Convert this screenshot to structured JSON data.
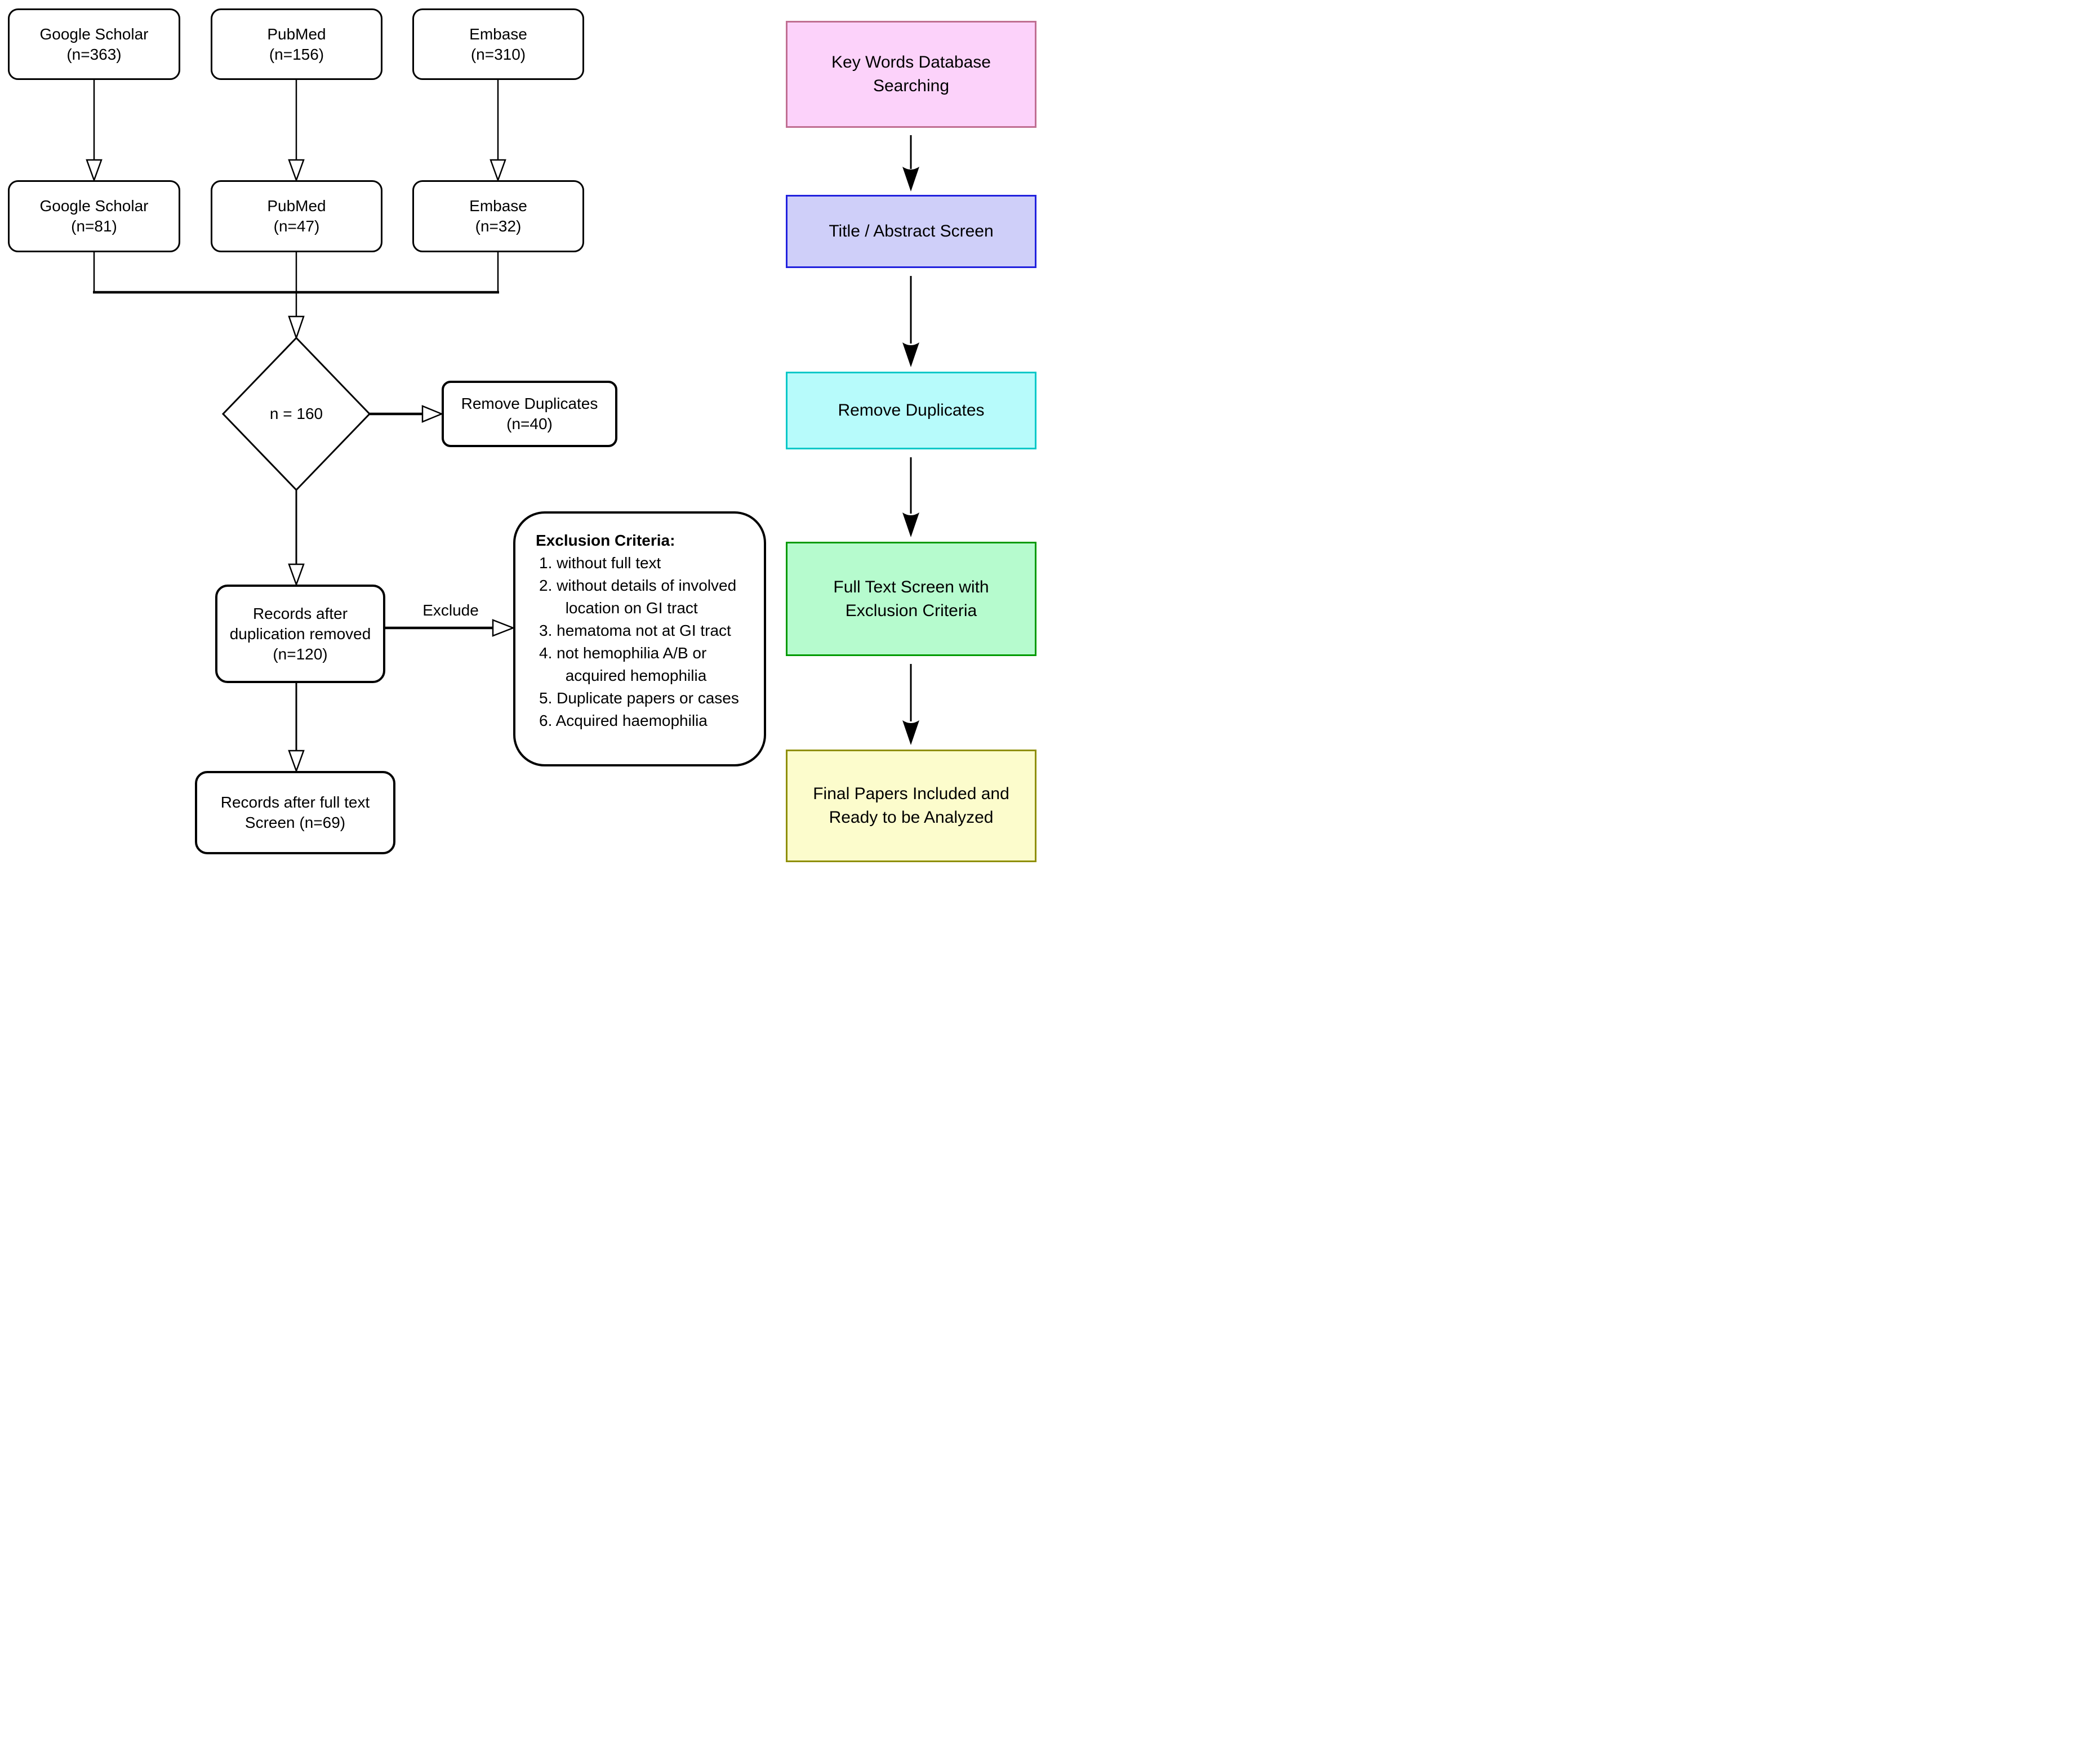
{
  "left_flow": {
    "top_sources": [
      "Google Scholar\n(n=363)",
      "PubMed\n(n=156)",
      "Embase\n(n=310)"
    ],
    "screened_sources": [
      "Google Scholar\n(n=81)",
      "PubMed\n(n=47)",
      "Embase\n(n=32)"
    ],
    "merge_total": "n = 160",
    "remove_duplicates": "Remove Duplicates\n(n=40)",
    "records_after_duplication": "Records after\nduplication removed\n(n=120)",
    "exclude_label": "Exclude",
    "exclusion_criteria": {
      "title": "Exclusion Criteria:",
      "items": [
        "1. without full text",
        "2. without details of involved\n      location on GI tract",
        "3. hematoma not at GI tract",
        "4. not hemophilia A/B or\n      acquired hemophilia",
        "5. Duplicate papers or cases",
        "6. Acquired haemophilia"
      ]
    },
    "records_after_full_text": "Records after full text\nScreen (n=69)"
  },
  "right_flow": {
    "steps": [
      {
        "label": "Key Words Database\nSearching",
        "fill": "#fcd2fa",
        "border": "#c06f92"
      },
      {
        "label": "Title / Abstract Screen",
        "fill": "#cfcff9",
        "border": "#2121de"
      },
      {
        "label": "Remove Duplicates",
        "fill": "#b7fbfb",
        "border": "#00c8c8"
      },
      {
        "label": "Full Text Screen with\nExclusion Criteria",
        "fill": "#b6fbce",
        "border": "#009a00"
      },
      {
        "label": "Final Papers Included and\nReady to be Analyzed",
        "fill": "#fcfccc",
        "border": "#8f8f00"
      }
    ]
  }
}
